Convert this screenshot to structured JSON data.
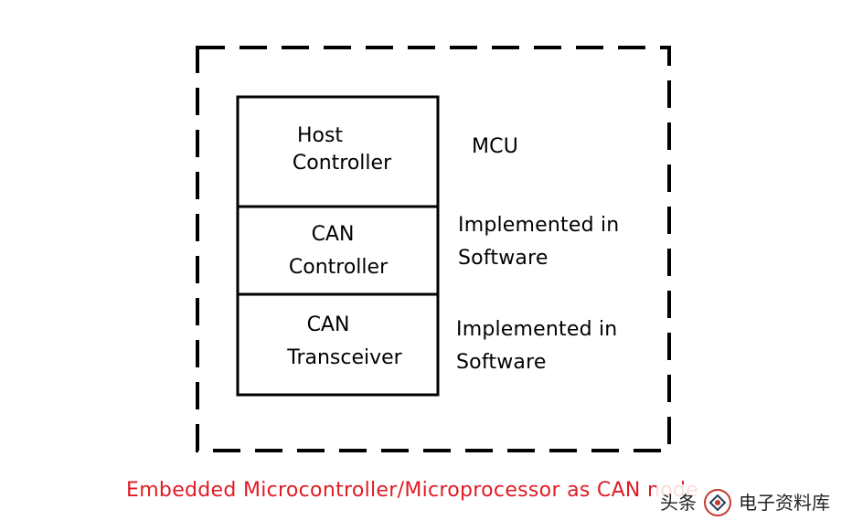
{
  "diagram": {
    "blocks": [
      {
        "id": "host-controller",
        "lines": [
          "Host",
          "Controller"
        ]
      },
      {
        "id": "can-controller",
        "lines": [
          "CAN",
          "Controller"
        ]
      },
      {
        "id": "can-transceiver",
        "lines": [
          "CAN",
          "Transceiver"
        ]
      }
    ],
    "side_labels": {
      "mcu": [
        "MCU"
      ],
      "controller_impl": [
        "Implemented in",
        "Software"
      ],
      "transceiver_impl": [
        "Implemented in",
        "Software"
      ]
    },
    "caption": "Embedded Microcontroller/Microprocessor as CAN node",
    "watermark": {
      "text_left": "头条",
      "text_right": "电子资料库",
      "logo": "watermark-logo-icon"
    },
    "colors": {
      "caption": "#e01b24",
      "lines": "#000000"
    }
  }
}
